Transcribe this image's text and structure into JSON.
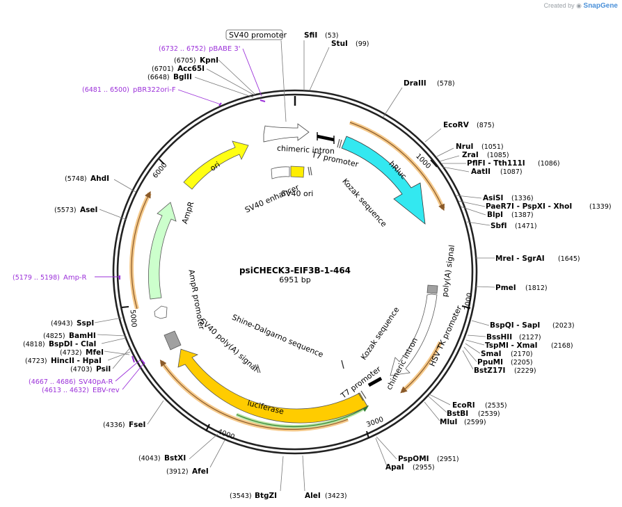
{
  "credit": {
    "prefix": "Created by",
    "brand": "SnapGene"
  },
  "plasmid": {
    "name": "psiCHECK3-EIF3B-1-464",
    "length_label": "6951 bp",
    "length": 6951
  },
  "ticks": [
    {
      "bp": 1000,
      "label": "1000"
    },
    {
      "bp": 2000,
      "label": "2000"
    },
    {
      "bp": 3000,
      "label": "3000"
    },
    {
      "bp": 4000,
      "label": "4000"
    },
    {
      "bp": 5000,
      "label": "5000"
    },
    {
      "bp": 6000,
      "label": "6000"
    }
  ],
  "enzymes": [
    {
      "name": "SfiI",
      "pos": "(53)"
    },
    {
      "name": "StuI",
      "pos": "(99)"
    },
    {
      "name": "DraIII",
      "pos": "(578)"
    },
    {
      "name": "EcoRV",
      "pos": "(875)"
    },
    {
      "name": "NruI",
      "pos": "(1051)"
    },
    {
      "name": "ZraI",
      "pos": "(1085)"
    },
    {
      "name": "PflFI - Tth111I",
      "pos": "(1086)"
    },
    {
      "name": "AatII",
      "pos": "(1087)"
    },
    {
      "name": "AsiSI",
      "pos": "(1336)"
    },
    {
      "name": "PaeR7I - PspXI - XhoI",
      "pos": "(1339)"
    },
    {
      "name": "BlpI",
      "pos": "(1387)"
    },
    {
      "name": "SbfI",
      "pos": "(1471)"
    },
    {
      "name": "MreI - SgrAI",
      "pos": "(1645)"
    },
    {
      "name": "PmeI",
      "pos": "(1812)"
    },
    {
      "name": "BspQI - SapI",
      "pos": "(2023)"
    },
    {
      "name": "BssHII",
      "pos": "(2127)"
    },
    {
      "name": "TspMI - XmaI",
      "pos": "(2168)"
    },
    {
      "name": "SmaI",
      "pos": "(2170)"
    },
    {
      "name": "PpuMI",
      "pos": "(2205)"
    },
    {
      "name": "BstZ17I",
      "pos": "(2229)"
    },
    {
      "name": "EcoRI",
      "pos": "(2535)"
    },
    {
      "name": "BstBI",
      "pos": "(2539)"
    },
    {
      "name": "MluI",
      "pos": "(2599)"
    },
    {
      "name": "PspOMI",
      "pos": "(2951)"
    },
    {
      "name": "ApaI",
      "pos": "(2955)"
    },
    {
      "name": "AleI",
      "pos": "(3423)"
    },
    {
      "name": "BtgZI",
      "pos": "(3543)"
    },
    {
      "name": "AfeI",
      "pos": "(3912)"
    },
    {
      "name": "BstXI",
      "pos": "(4043)"
    },
    {
      "name": "FseI",
      "pos": "(4336)"
    },
    {
      "name": "PsiI",
      "pos": "(4703)"
    },
    {
      "name": "HincII - HpaI",
      "pos": "(4723)"
    },
    {
      "name": "MfeI",
      "pos": "(4732)"
    },
    {
      "name": "BspDI - ClaI",
      "pos": "(4818)"
    },
    {
      "name": "BamHI",
      "pos": "(4825)"
    },
    {
      "name": "SspI",
      "pos": "(4943)"
    },
    {
      "name": "AseI",
      "pos": "(5573)"
    },
    {
      "name": "AhdI",
      "pos": "(5748)"
    },
    {
      "name": "BglII",
      "pos": "(6648)"
    },
    {
      "name": "Acc65I",
      "pos": "(6701)"
    },
    {
      "name": "KpnI",
      "pos": "(6705)"
    }
  ],
  "primers": [
    {
      "name": "SV40 promoter",
      "pos": ""
    },
    {
      "name": "pBABE 3'",
      "pos": "(6732 .. 6752)"
    },
    {
      "name": "pBR322ori-F",
      "pos": "(6481 .. 6500)"
    },
    {
      "name": "Amp-R",
      "pos": "(5179 .. 5198)"
    },
    {
      "name": "SV40pA-R",
      "pos": "(4667 .. 4686)"
    },
    {
      "name": "EBV-rev",
      "pos": "(4613 .. 4632)"
    }
  ],
  "features": [
    {
      "label": "chimeric intron"
    },
    {
      "label": "T7 promoter"
    },
    {
      "label": "hRluc"
    },
    {
      "label": "Kozak sequence"
    },
    {
      "label": "SV40 enhancer"
    },
    {
      "label": "SV40 ori"
    },
    {
      "label": "ori"
    },
    {
      "label": "AmpR"
    },
    {
      "label": "AmpR promoter"
    },
    {
      "label": "poly(A) signal"
    },
    {
      "label": "HSV TK promoter"
    },
    {
      "label": "chimeric intron"
    },
    {
      "label": "T7 promoter"
    },
    {
      "label": "Kozak sequence"
    },
    {
      "label": "Shine-Dalgarno sequence"
    },
    {
      "label": "SV40 poly(A) signal"
    },
    {
      "label": "luciferase"
    }
  ],
  "colors": {
    "backbone": "#222222",
    "hrluc": "#33e8f0",
    "ori": "#ffff14",
    "ampr": "#ccffcc",
    "luciferase": "#ffcc00",
    "orf_orange": "#f0a040",
    "primer": "#9b30d9",
    "sv40_ori": "#ffee00",
    "polya_gray": "#a0a0a0",
    "green_orf": "#66aa33"
  }
}
